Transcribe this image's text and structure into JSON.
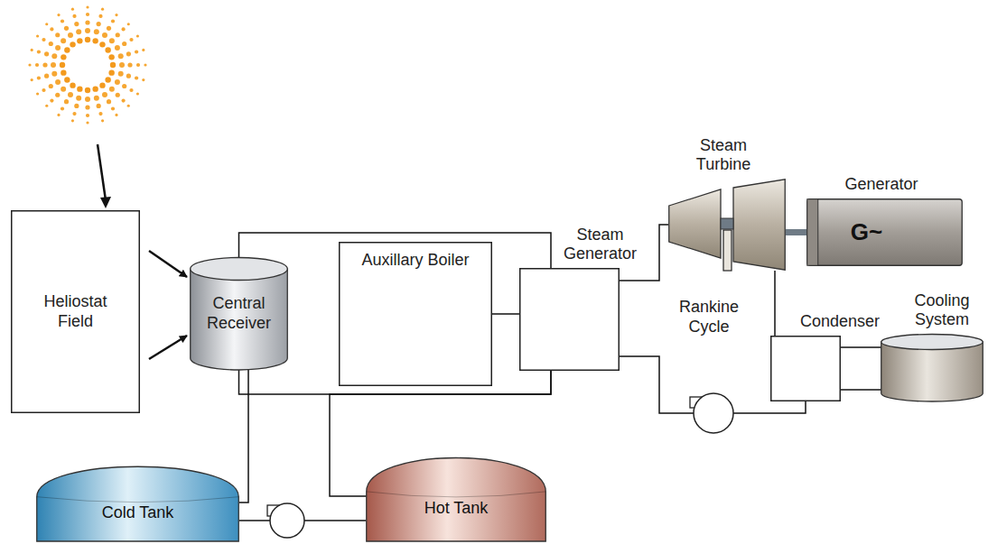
{
  "diagram": {
    "nodes": [
      {
        "text": [
          "Heliostat Field"
        ]
      },
      {
        "text": [
          "Central Receiver"
        ]
      },
      {
        "text": [
          "Auxillary Boiler"
        ]
      },
      {
        "text": [
          "Steam Generator"
        ]
      },
      {
        "text": [
          "Steam Turbine"
        ]
      },
      {
        "text": [
          "Generator",
          "G~"
        ]
      },
      {
        "text": [
          "Condenser"
        ]
      },
      {
        "text": [
          "Cooling System"
        ]
      },
      {
        "text": [
          "Cold Tank"
        ]
      },
      {
        "text": [
          "Hot Tank"
        ]
      }
    ],
    "edges": [
      {
        "from": 0,
        "to": 1,
        "arrow": "to"
      },
      {
        "from": 0,
        "to": 1,
        "arrow": "to"
      },
      {
        "from": 1,
        "to": 3,
        "arrow": "none"
      },
      {
        "from": 1,
        "to": 3,
        "arrow": "none"
      },
      {
        "from": 2,
        "to": 3,
        "arrow": "none"
      },
      {
        "from": 9,
        "to": 3,
        "arrow": "none"
      },
      {
        "from": 8,
        "to": 1,
        "arrow": "none"
      },
      {
        "from": 8,
        "to": 9,
        "arrow": "none"
      },
      {
        "from": 3,
        "to": 4,
        "arrow": "none"
      },
      {
        "from": 4,
        "to": 5,
        "arrow": "none"
      },
      {
        "from": 4,
        "to": 6,
        "arrow": "none"
      },
      {
        "from": 6,
        "to": 3,
        "arrow": "none"
      },
      {
        "from": 6,
        "to": 7,
        "arrow": "none"
      },
      {
        "from": 6,
        "to": 7,
        "arrow": "none"
      }
    ],
    "labels": [
      "Rankine Cycle"
    ]
  }
}
